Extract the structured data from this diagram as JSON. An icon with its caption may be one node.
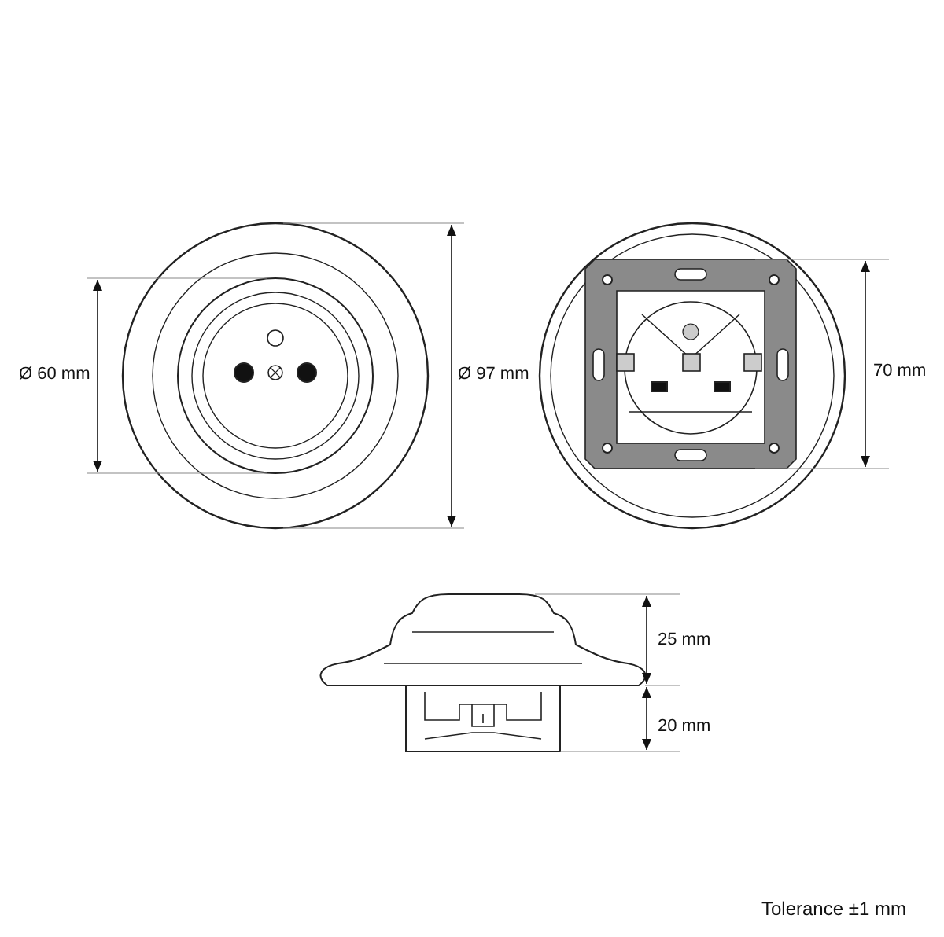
{
  "diagram": {
    "labels": [
      "Ø 60 mm",
      "Ø 97 mm",
      "70 mm",
      "25 mm",
      "20 mm",
      "Tolerance ±1 mm"
    ]
  }
}
